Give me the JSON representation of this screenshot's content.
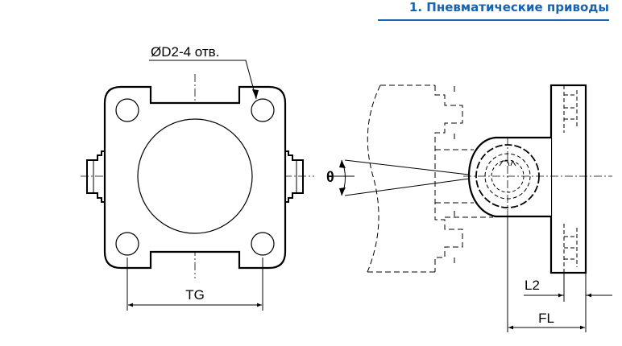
{
  "header": {
    "section_title": "1. Пневматические приводы",
    "accent_color": "#1763b0"
  },
  "drawing": {
    "hole_label": "ØD2-4 отв.",
    "dim_tg": "TG",
    "dim_l2": "L2",
    "dim_fl": "FL",
    "angle_symbol": "θ"
  }
}
